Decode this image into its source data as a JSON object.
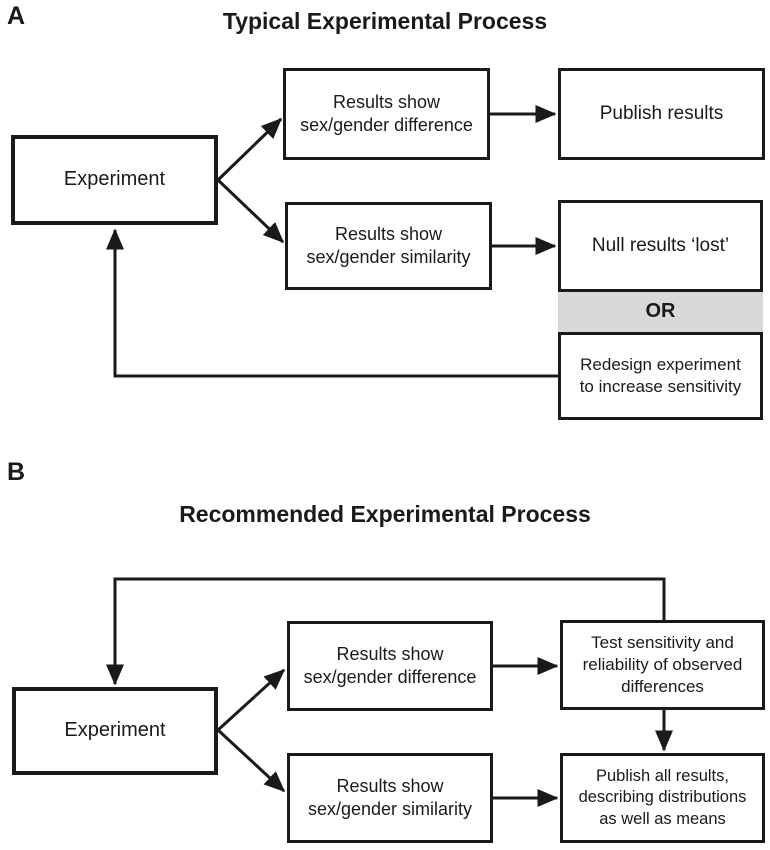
{
  "figure": {
    "background": "#ffffff",
    "ink_color": "#1a1a1a",
    "or_bar_color": "#d8d8d8"
  },
  "panel_a": {
    "label": "A",
    "title": "Typical Experimental Process",
    "nodes": {
      "experiment": "Experiment",
      "difference": "Results show\nsex/gender difference",
      "publish": "Publish results",
      "similarity": "Results show\nsex/gender similarity",
      "null_lost": "Null results ‘lost’",
      "or_label": "OR",
      "redesign": "Redesign experiment\nto increase sensitivity"
    }
  },
  "panel_b": {
    "label": "B",
    "title": "Recommended Experimental Process",
    "nodes": {
      "experiment": "Experiment",
      "difference": "Results show\nsex/gender difference",
      "similarity": "Results show\nsex/gender similarity",
      "test_sensitivity": "Test sensitivity and\nreliability of observed\ndifferences",
      "publish_all": "Publish all results,\ndescribing distributions\nas well as means"
    }
  }
}
